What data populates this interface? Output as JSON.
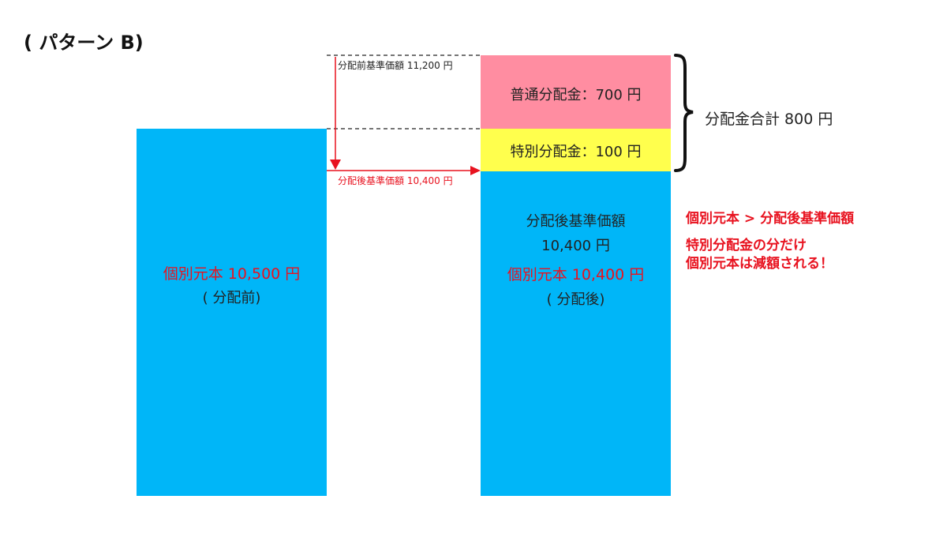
{
  "title": "( パターン B)",
  "before": {
    "principal": "個別元本 10,500 円",
    "sub": "( 分配前)"
  },
  "after": {
    "nav_label": "分配後基準価額",
    "nav_value": "10,400 円",
    "principal": "個別元本 10,400 円",
    "sub": "( 分配後)"
  },
  "distribution": {
    "normal": "普通分配金：700 円",
    "special": "特別分配金：100 円",
    "total": "分配金合計 800 円"
  },
  "nav_labels": {
    "before": "分配前基準価額 11,200 円",
    "after": "分配後基準価額 10,400 円"
  },
  "notes": {
    "line1": "個別元本 > 分配後基準価額",
    "line2": "特別分配金の分だけ",
    "line3": "個別元本は減額される！"
  },
  "colors": {
    "bar": "#00b6f8",
    "normal_distribution": "#ff8da1",
    "special_distribution": "#ffff4d",
    "emphasis": "#e8121f"
  }
}
